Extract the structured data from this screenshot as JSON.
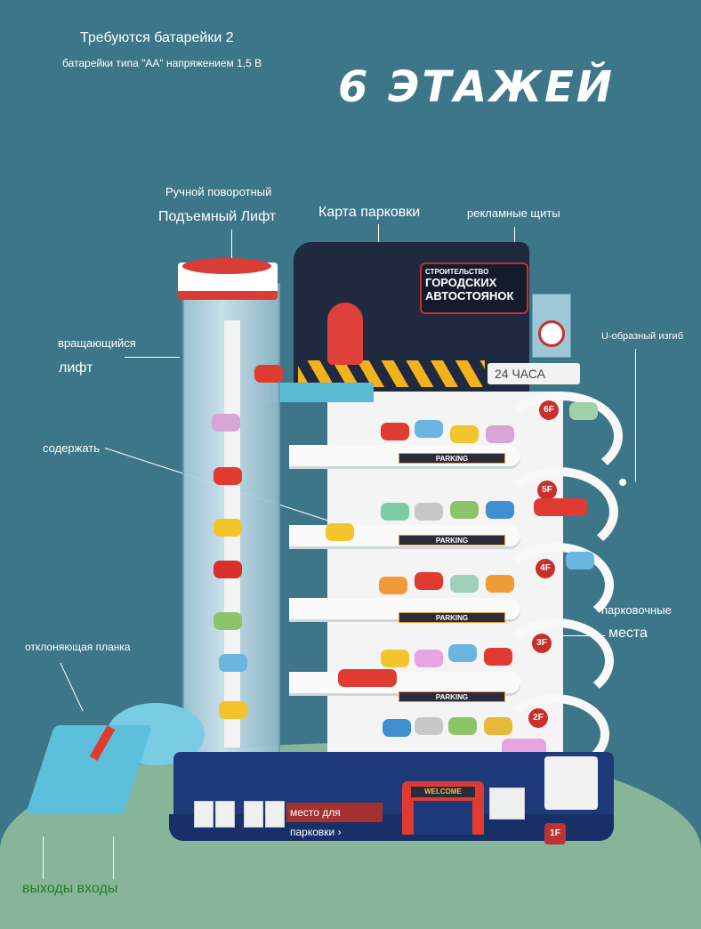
{
  "header": {
    "battery_line1": "Требуются батарейки 2",
    "battery_line2": "батарейки типа \"АА\" напряжением 1,5 В",
    "floors_title": "6 ЭТАЖЕЙ"
  },
  "callouts": {
    "manual_line1": "Ручной поворотный",
    "manual_line2": "Подъемный Лифт",
    "parking_card": "Карта парковки",
    "billboards": "рекламные щиты",
    "rotating_line1": "вращающийся",
    "rotating_line2": "лифт",
    "u_bend": "U-образный изгиб",
    "contain": "содержать",
    "deflector": "отклоняющая планка",
    "spots_line1": "парковочные",
    "spots_line2": "места",
    "exits_entrances": "выходы входы"
  },
  "toy": {
    "sign_small": "СТРОИТЕЛЬСТВО",
    "sign_line1": "ГОРОДСКИХ",
    "sign_line2": "АВТОСТОЯНОК",
    "hours": "24 ЧАСА",
    "parking": "PARKING",
    "parking_place": "место для парковки ›",
    "welcome": "WELCOME",
    "floors": [
      "6F",
      "5F",
      "4F",
      "3F",
      "2F",
      "1F"
    ]
  },
  "colors": {
    "background": "#3d7689",
    "ground": "#86b597",
    "accent_red": "#d93b35",
    "base_navy": "#1f3a7a"
  }
}
